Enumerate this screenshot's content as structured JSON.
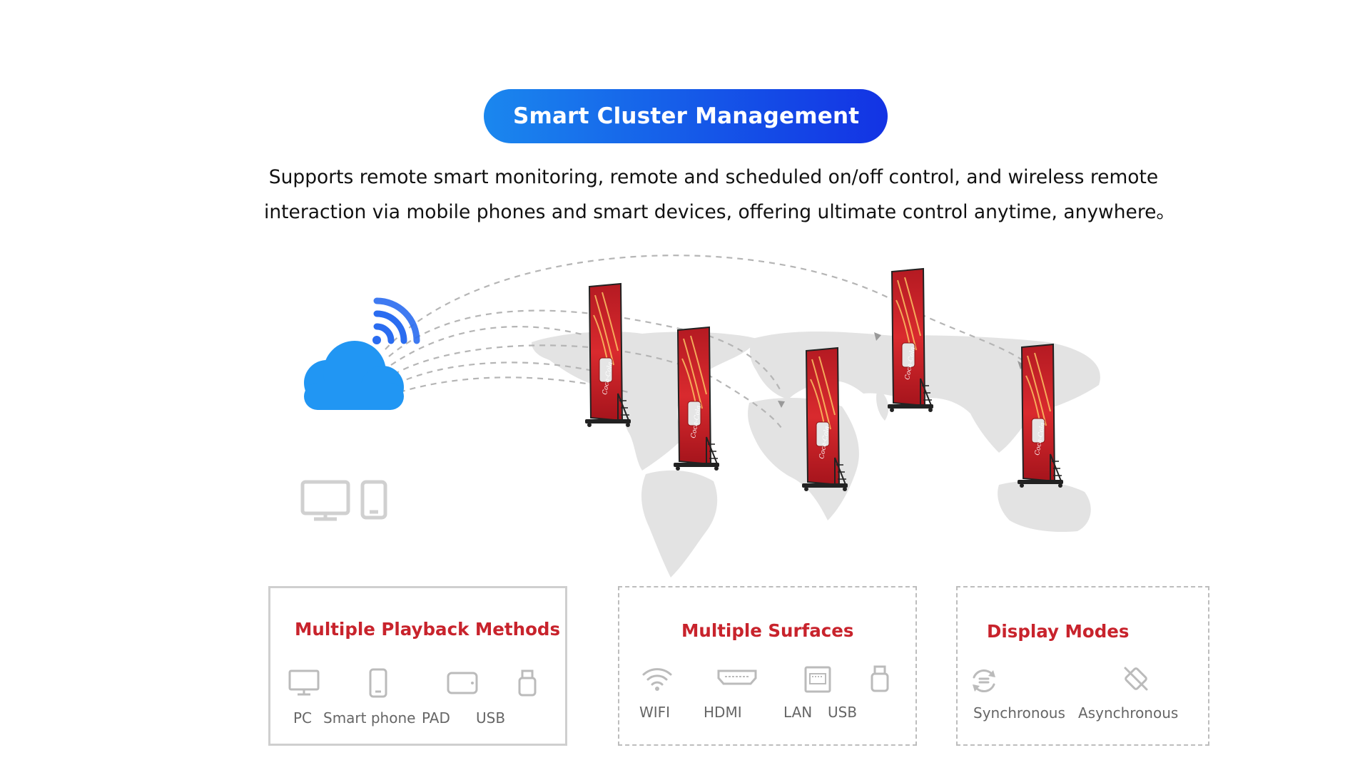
{
  "header": {
    "title": "Smart Cluster Management"
  },
  "description": {
    "line1": "Supports remote smart monitoring, remote and scheduled on/off control, and wireless remote",
    "line2": "interaction via mobile phones and smart devices, offering ultimate control anytime, anywhere。"
  },
  "illustration": {
    "cloud_color": "#2196f3",
    "wifi_color": "#2a6cf0",
    "signage_brand": "Coca-Cola",
    "signage_count": 5
  },
  "cards": {
    "playback": {
      "title": "Multiple Playback Methods",
      "options": [
        {
          "label": "PC",
          "icon": "monitor-icon"
        },
        {
          "label": "Smart phone",
          "icon": "smartphone-icon"
        },
        {
          "label": "PAD",
          "icon": "tablet-icon"
        },
        {
          "label": "USB",
          "icon": "usb-icon"
        }
      ]
    },
    "surfaces": {
      "title": "Multiple Surfaces",
      "options": [
        {
          "label": "WIFI",
          "icon": "wifi-icon"
        },
        {
          "label": "HDMI",
          "icon": "hdmi-icon"
        },
        {
          "label": "LAN",
          "icon": "lan-icon"
        },
        {
          "label": "USB",
          "icon": "usb-icon"
        }
      ]
    },
    "modes": {
      "title": "Display Modes",
      "options": [
        {
          "label": "Synchronous",
          "icon": "sync-icon"
        },
        {
          "label": "Asynchronous",
          "icon": "async-icon"
        }
      ]
    }
  },
  "colors": {
    "accent_red": "#c8232c",
    "pill_start": "#1a87ee",
    "pill_end": "#1333e4"
  }
}
